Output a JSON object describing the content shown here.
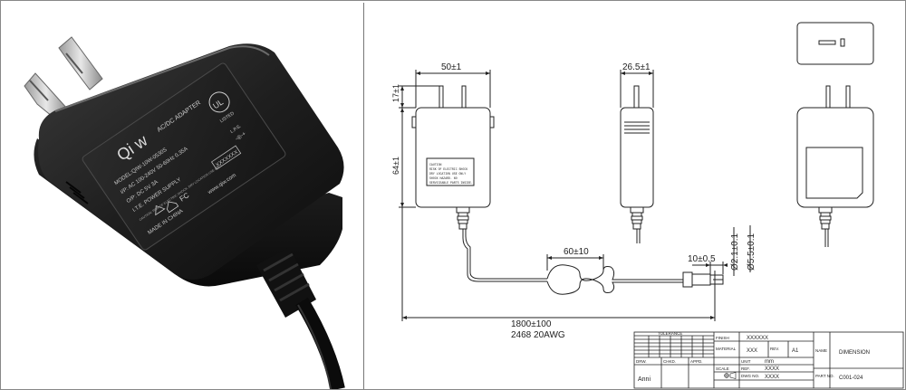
{
  "photo": {
    "brand": "Qi w",
    "product_type": "AC/DC ADAPTER",
    "model": "MODEL:QIW-10W-0530S",
    "input": "I/P: AC 100-240V  50-60Hz  0.35A",
    "output": "O/P: DC 5V  3A",
    "equipment": "I.T.E. POWER SUPPLY",
    "origin": "MADE IN CHINA",
    "website": "www.qiw.com",
    "serial_box": "XXXXXXX",
    "lps": "L.P.S.",
    "ul_listed": "LISTED",
    "ul_mark": "UL",
    "fcc_mark": "FC",
    "caution_small": "CAUTION: RISK OF ELECTRIC SHOCK. DRY LOCATION USE ONLY"
  },
  "drawing": {
    "dims": {
      "width_front": "50±1",
      "width_side": "26.5±1",
      "prong_height": "17±1",
      "body_height": "64±1",
      "coil_length": "60±10",
      "plug_length": "10±0.5",
      "inner_diameter": "Ø2.1±0.1",
      "outer_diameter": "Ø5.5±0.1",
      "cable_length": "1800±100",
      "cable_spec": "2468 20AWG"
    },
    "caution_label": [
      "CAUTION",
      "RISK OF ELECTRIC SHOCK",
      "DRY LOCATION USE ONLY",
      "SHOCK HAZARD. NO",
      "SERVICEABLE PARTS INSIDE."
    ]
  },
  "title_block": {
    "tolerance": "TOLERANCE",
    "finish_label": "FINISH",
    "finish_value": "XXXXXX",
    "material_label": "MATERIAL",
    "material_value": "XXX",
    "rev_label": "REV.",
    "rev_value": "A1",
    "name_label": "NAME",
    "name_value": "DIMENSION",
    "unit_label": "UNIT",
    "unit_value": "mm",
    "ref_label": "REF.",
    "ref_value": "XXXX",
    "part_label": "PART NO.",
    "part_value": "C001-024",
    "dwg_label": "DWG NO.",
    "dwg_value": "XXXX",
    "drawn_label": "DRW.",
    "check_label": "CHKD.",
    "approve_label": "APPD.",
    "drawn_value": "Anni",
    "scale_label": "SCALE"
  }
}
